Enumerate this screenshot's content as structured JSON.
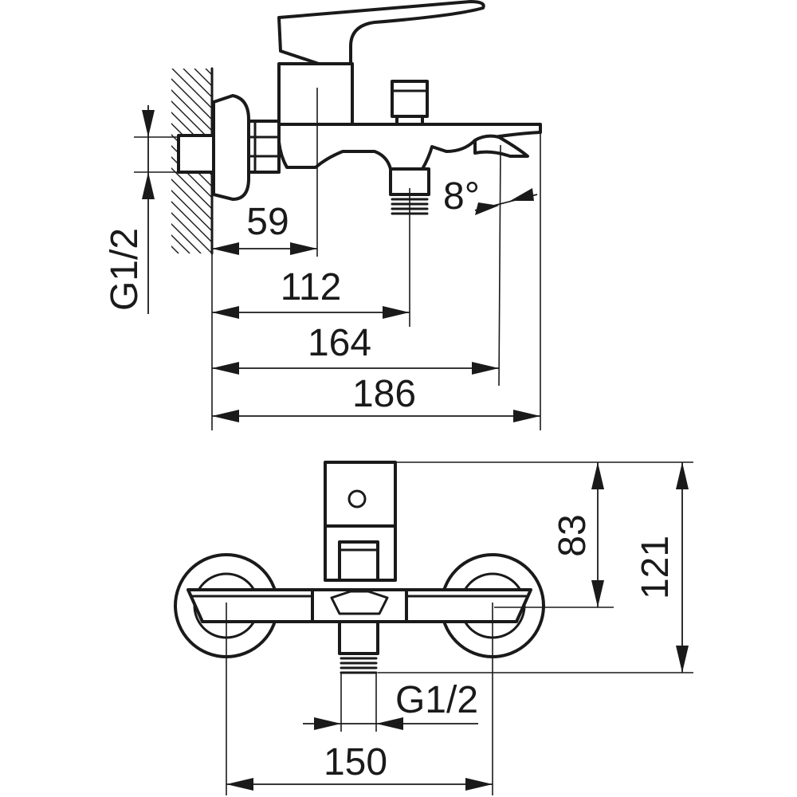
{
  "side_view": {
    "dim_59": "59",
    "dim_112": "112",
    "dim_164": "164",
    "dim_186": "186",
    "thread_label": "G1/2",
    "angle_label": "8°"
  },
  "front_view": {
    "dim_83": "83",
    "dim_121": "121",
    "dim_150": "150",
    "thread_label": "G1/2"
  }
}
